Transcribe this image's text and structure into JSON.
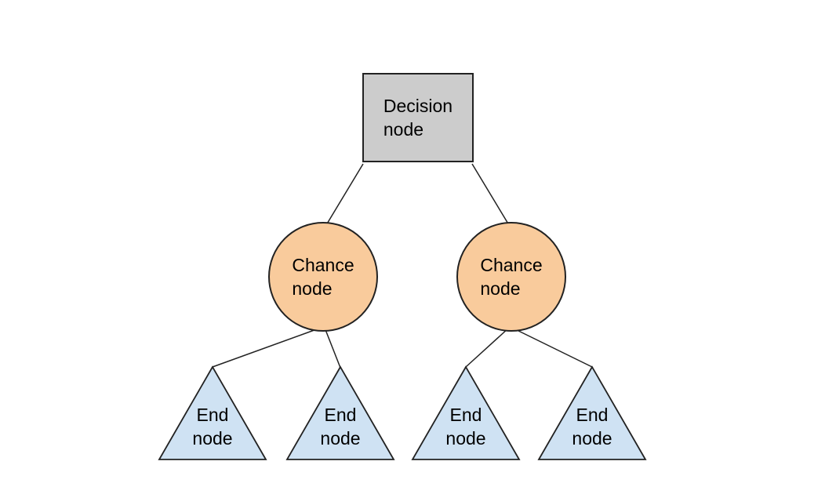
{
  "nodes": {
    "decision": {
      "label": "Decision\nnode",
      "shape": "square",
      "fill": "#cccccc"
    },
    "chance_left": {
      "label": "Chance\nnode",
      "shape": "circle",
      "fill": "#f9cb9c"
    },
    "chance_right": {
      "label": "Chance\nnode",
      "shape": "circle",
      "fill": "#f9cb9c"
    },
    "end_1": {
      "label": "End\nnode",
      "shape": "triangle",
      "fill": "#cfe2f3"
    },
    "end_2": {
      "label": "End\nnode",
      "shape": "triangle",
      "fill": "#cfe2f3"
    },
    "end_3": {
      "label": "End\nnode",
      "shape": "triangle",
      "fill": "#cfe2f3"
    },
    "end_4": {
      "label": "End\nnode",
      "shape": "triangle",
      "fill": "#cfe2f3"
    }
  },
  "edges": [
    {
      "from": "decision",
      "to": "chance_left"
    },
    {
      "from": "decision",
      "to": "chance_right"
    },
    {
      "from": "chance_left",
      "to": "end_1"
    },
    {
      "from": "chance_left",
      "to": "end_2"
    },
    {
      "from": "chance_right",
      "to": "end_3"
    },
    {
      "from": "chance_right",
      "to": "end_4"
    }
  ],
  "colors": {
    "decision_fill": "#cccccc",
    "chance_fill": "#f9cb9c",
    "end_fill": "#cfe2f3",
    "outline": "#222222",
    "text": "#000000",
    "background": "#ffffff"
  }
}
